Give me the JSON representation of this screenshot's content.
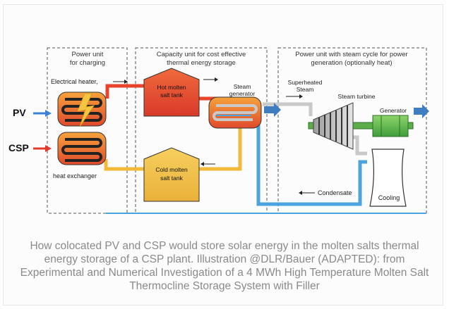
{
  "sections": {
    "power_unit": {
      "line1": "Power unit",
      "line2": "for charging"
    },
    "capacity_unit": {
      "line1": "Capacity unit for cost effective",
      "line2": "thermal energy storage"
    },
    "steam_unit": {
      "line1": "Power unit with steam cycle for power",
      "line2": "generation (optionally heat)"
    }
  },
  "labels": {
    "electrical_heater": "Electrical heater,",
    "heat_exchanger": "heat exchanger",
    "pv": "PV",
    "csp": "CSP",
    "hot_tank_1": "Hot molten",
    "hot_tank_2": "salt tank",
    "cold_tank_1": "Cold molten",
    "cold_tank_2": "salt tank",
    "steam_gen_1": "Steam",
    "steam_gen_2": "generator",
    "superheated_1": "Superheated",
    "superheated_2": "Steam",
    "steam_turbine": "Steam turbine",
    "generator": "Generator",
    "condensate": "Condensate",
    "cooling": "Cooling"
  },
  "caption": "How colocated PV and CSP would store solar energy in the molten salts thermal energy storage of a CSP plant. Illustration @DLR/Bauer (ADAPTED): from Experimental and Numerical Investigation of a 4 MWh High Temperature Molten Salt Thermocline Storage System with Filler",
  "colors": {
    "hot": "#e8432b",
    "cold": "#f2b93b",
    "steam": "#c9c9c9",
    "condensate": "#4aa3df",
    "pv_arrow": "#3b82d6",
    "csp_arrow": "#e23b2e",
    "generator": "#4fb84a",
    "output_arrow": "#3e7dc2"
  }
}
